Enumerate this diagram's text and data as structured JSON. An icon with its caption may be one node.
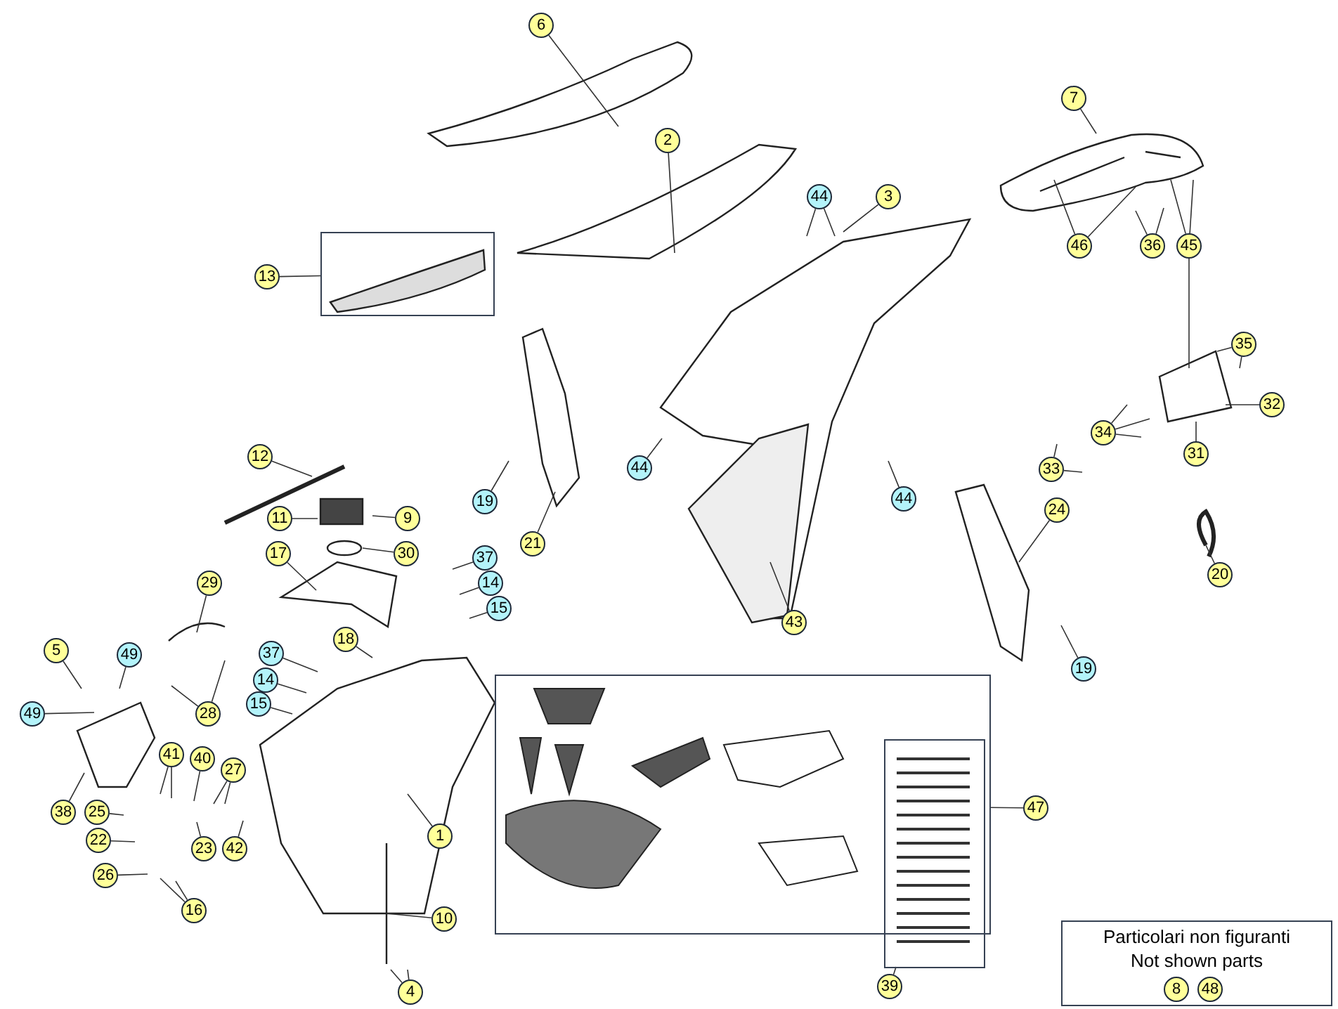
{
  "diagram": {
    "nodes": [
      {
        "text": [
          "6"
        ]
      },
      {
        "text": [
          "2"
        ]
      },
      {
        "text": [
          "7"
        ]
      },
      {
        "text": [
          "3"
        ]
      },
      {
        "text": [
          "44"
        ]
      },
      {
        "text": [
          "46"
        ]
      },
      {
        "text": [
          "36"
        ]
      },
      {
        "text": [
          "45"
        ]
      },
      {
        "text": [],
        "shape": "box"
      },
      {
        "text": [
          "13"
        ]
      },
      {
        "text": [
          "35"
        ]
      },
      {
        "text": [
          "32"
        ]
      },
      {
        "text": [
          "34"
        ]
      },
      {
        "text": [
          "12"
        ]
      },
      {
        "text": [
          "33"
        ]
      },
      {
        "text": [
          "31"
        ]
      },
      {
        "text": [
          "44"
        ]
      },
      {
        "text": [
          "44"
        ]
      },
      {
        "text": [
          "19"
        ]
      },
      {
        "text": [
          "24"
        ]
      },
      {
        "text": [
          "11"
        ]
      },
      {
        "text": [
          "9"
        ]
      },
      {
        "text": [
          "21"
        ]
      },
      {
        "text": [
          "30"
        ]
      },
      {
        "text": [
          "17"
        ]
      },
      {
        "text": [
          "37"
        ]
      },
      {
        "text": [
          "20"
        ]
      },
      {
        "text": [
          "14"
        ]
      },
      {
        "text": [
          "29"
        ]
      },
      {
        "text": [
          "15"
        ]
      },
      {
        "text": [
          "43"
        ]
      },
      {
        "text": [
          "18"
        ]
      },
      {
        "text": [
          "5"
        ]
      },
      {
        "text": [
          "49"
        ]
      },
      {
        "text": [
          "37"
        ]
      },
      {
        "text": [
          "19"
        ]
      },
      {
        "text": [
          "14"
        ]
      },
      {
        "text": [],
        "shape": "box"
      },
      {
        "text": [
          "15"
        ]
      },
      {
        "text": [
          "28"
        ]
      },
      {
        "text": [
          "49"
        ]
      },
      {
        "text": [],
        "shape": "box",
        "in": 37
      },
      {
        "text": [
          "41"
        ]
      },
      {
        "text": [
          "40"
        ]
      },
      {
        "text": [
          "27"
        ]
      },
      {
        "text": [
          "47"
        ]
      },
      {
        "text": [
          "38"
        ]
      },
      {
        "text": [
          "25"
        ]
      },
      {
        "text": [
          "1"
        ]
      },
      {
        "text": [
          "22"
        ]
      },
      {
        "text": [
          "23"
        ]
      },
      {
        "text": [
          "42"
        ]
      },
      {
        "text": [
          "26"
        ]
      },
      {
        "text": [
          "16"
        ]
      },
      {
        "text": [
          "10"
        ]
      },
      {
        "text": [
          "Particolari non figuranti",
          "Not shown parts"
        ]
      },
      {
        "text": [
          "8"
        ],
        "in": 55
      },
      {
        "text": [
          "48"
        ],
        "in": 55
      },
      {
        "text": [
          "39"
        ]
      },
      {
        "text": [
          "4"
        ]
      }
    ],
    "edges": [
      {
        "from": 0,
        "to": null,
        "arrow": "none"
      },
      {
        "from": 1,
        "to": null,
        "arrow": "none"
      },
      {
        "from": 2,
        "to": null,
        "arrow": "none"
      },
      {
        "from": 3,
        "to": null,
        "arrow": "none"
      },
      {
        "from": 4,
        "to": null,
        "arrow": "none"
      },
      {
        "from": 4,
        "to": null,
        "arrow": "none"
      },
      {
        "from": 5,
        "to": null,
        "arrow": "none"
      },
      {
        "from": 5,
        "to": null,
        "arrow": "none"
      },
      {
        "from": 6,
        "to": null,
        "arrow": "none"
      },
      {
        "from": 6,
        "to": null,
        "arrow": "none"
      },
      {
        "from": 7,
        "to": null,
        "arrow": "none"
      },
      {
        "from": 7,
        "to": null,
        "arrow": "none"
      },
      {
        "from": 7,
        "to": null,
        "arrow": "none"
      },
      {
        "from": 9,
        "to": 8,
        "arrow": "none"
      },
      {
        "from": 10,
        "to": null,
        "arrow": "none"
      },
      {
        "from": 10,
        "to": null,
        "arrow": "none"
      },
      {
        "from": 11,
        "to": null,
        "arrow": "none"
      },
      {
        "from": 12,
        "to": null,
        "arrow": "none"
      },
      {
        "from": 12,
        "to": null,
        "arrow": "none"
      },
      {
        "from": 12,
        "to": null,
        "arrow": "none"
      },
      {
        "from": 13,
        "to": null,
        "arrow": "none"
      },
      {
        "from": 14,
        "to": null,
        "arrow": "none"
      },
      {
        "from": 14,
        "to": null,
        "arrow": "none"
      },
      {
        "from": 15,
        "to": null,
        "arrow": "none"
      },
      {
        "from": 16,
        "to": null,
        "arrow": "none"
      },
      {
        "from": 17,
        "to": null,
        "arrow": "none"
      },
      {
        "from": 18,
        "to": null,
        "arrow": "none"
      },
      {
        "from": 19,
        "to": null,
        "arrow": "none"
      },
      {
        "from": 20,
        "to": null,
        "arrow": "none"
      },
      {
        "from": 21,
        "to": null,
        "arrow": "none"
      },
      {
        "from": 22,
        "to": null,
        "arrow": "none"
      },
      {
        "from": 23,
        "to": null,
        "arrow": "none"
      },
      {
        "from": 24,
        "to": null,
        "arrow": "none"
      },
      {
        "from": 25,
        "to": null,
        "arrow": "none"
      },
      {
        "from": 26,
        "to": null,
        "arrow": "none"
      },
      {
        "from": 27,
        "to": null,
        "arrow": "none"
      },
      {
        "from": 28,
        "to": null,
        "arrow": "none"
      },
      {
        "from": 29,
        "to": null,
        "arrow": "none"
      },
      {
        "from": 30,
        "to": null,
        "arrow": "none"
      },
      {
        "from": 31,
        "to": null,
        "arrow": "none"
      },
      {
        "from": 32,
        "to": null,
        "arrow": "none"
      },
      {
        "from": 33,
        "to": null,
        "arrow": "none"
      },
      {
        "from": 34,
        "to": null,
        "arrow": "none"
      },
      {
        "from": 35,
        "to": null,
        "arrow": "none"
      },
      {
        "from": 36,
        "to": null,
        "arrow": "none"
      },
      {
        "from": 38,
        "to": null,
        "arrow": "none"
      },
      {
        "from": 39,
        "to": null,
        "arrow": "none"
      },
      {
        "from": 39,
        "to": null,
        "arrow": "none"
      },
      {
        "from": 40,
        "to": null,
        "arrow": "none"
      },
      {
        "from": 42,
        "to": null,
        "arrow": "none"
      },
      {
        "from": 42,
        "to": null,
        "arrow": "none"
      },
      {
        "from": 43,
        "to": null,
        "arrow": "none"
      },
      {
        "from": 44,
        "to": null,
        "arrow": "none"
      },
      {
        "from": 44,
        "to": null,
        "arrow": "none"
      },
      {
        "from": 45,
        "to": 37,
        "arrow": "none"
      },
      {
        "from": 46,
        "to": null,
        "arrow": "none"
      },
      {
        "from": 47,
        "to": null,
        "arrow": "none"
      },
      {
        "from": 48,
        "to": null,
        "arrow": "none"
      },
      {
        "from": 49,
        "to": null,
        "arrow": "none"
      },
      {
        "from": 50,
        "to": null,
        "arrow": "none"
      },
      {
        "from": 51,
        "to": null,
        "arrow": "none"
      },
      {
        "from": 52,
        "to": null,
        "arrow": "none"
      },
      {
        "from": 53,
        "to": null,
        "arrow": "none"
      },
      {
        "from": 53,
        "to": null,
        "arrow": "none"
      },
      {
        "from": 54,
        "to": null,
        "arrow": "none"
      },
      {
        "from": 58,
        "to": 41,
        "arrow": "none"
      },
      {
        "from": 59,
        "to": null,
        "arrow": "none"
      },
      {
        "from": 59,
        "to": null,
        "arrow": "none"
      }
    ]
  }
}
